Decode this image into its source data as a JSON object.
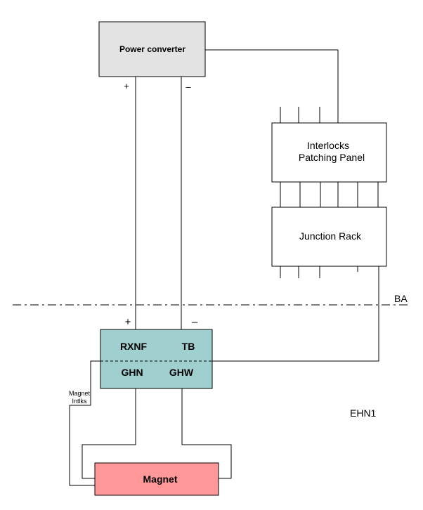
{
  "boxes": {
    "power_converter": "Power converter",
    "interlocks_line1": "Interlocks",
    "interlocks_line2": "Patching Panel",
    "junction_rack": "Junction Rack",
    "magnet": "Magnet"
  },
  "terminal_box": {
    "rxnf": "RXNF",
    "tb": "TB",
    "ghn": "GHN",
    "ghw": "GHW"
  },
  "polarity": {
    "top_plus": "+",
    "top_minus": "–",
    "bottom_plus": "+",
    "bottom_minus": "–"
  },
  "zones": {
    "ba": "BA",
    "ehn1": "EHN1"
  },
  "magnet_intlks": {
    "line1": "Magnet",
    "line2": "Intlks"
  },
  "colors": {
    "power_converter_fill": "#e3e3e3",
    "terminal_box_fill": "#9fcfcf",
    "magnet_fill": "#ff9999",
    "line": "#000000"
  }
}
